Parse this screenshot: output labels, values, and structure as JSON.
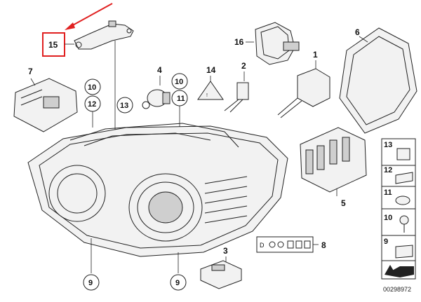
{
  "diagram": {
    "callouts": {
      "c15": "15",
      "c16": "16",
      "c6": "6",
      "c7": "7",
      "c4": "4",
      "c14": "14",
      "c2": "2",
      "c1": "1",
      "c5": "5",
      "c3": "3",
      "c8": "8"
    },
    "circles": {
      "k10a": "10",
      "k12": "12",
      "k13": "13",
      "k10b": "10",
      "k11": "11",
      "k9a": "9",
      "k9b": "9"
    },
    "side_panel": {
      "items": [
        "13",
        "12",
        "11",
        "10",
        "9"
      ]
    },
    "label_box": {
      "text": "D"
    },
    "doc_number": "00298972",
    "colors": {
      "highlight": "#e02020",
      "line": "#222222"
    }
  }
}
